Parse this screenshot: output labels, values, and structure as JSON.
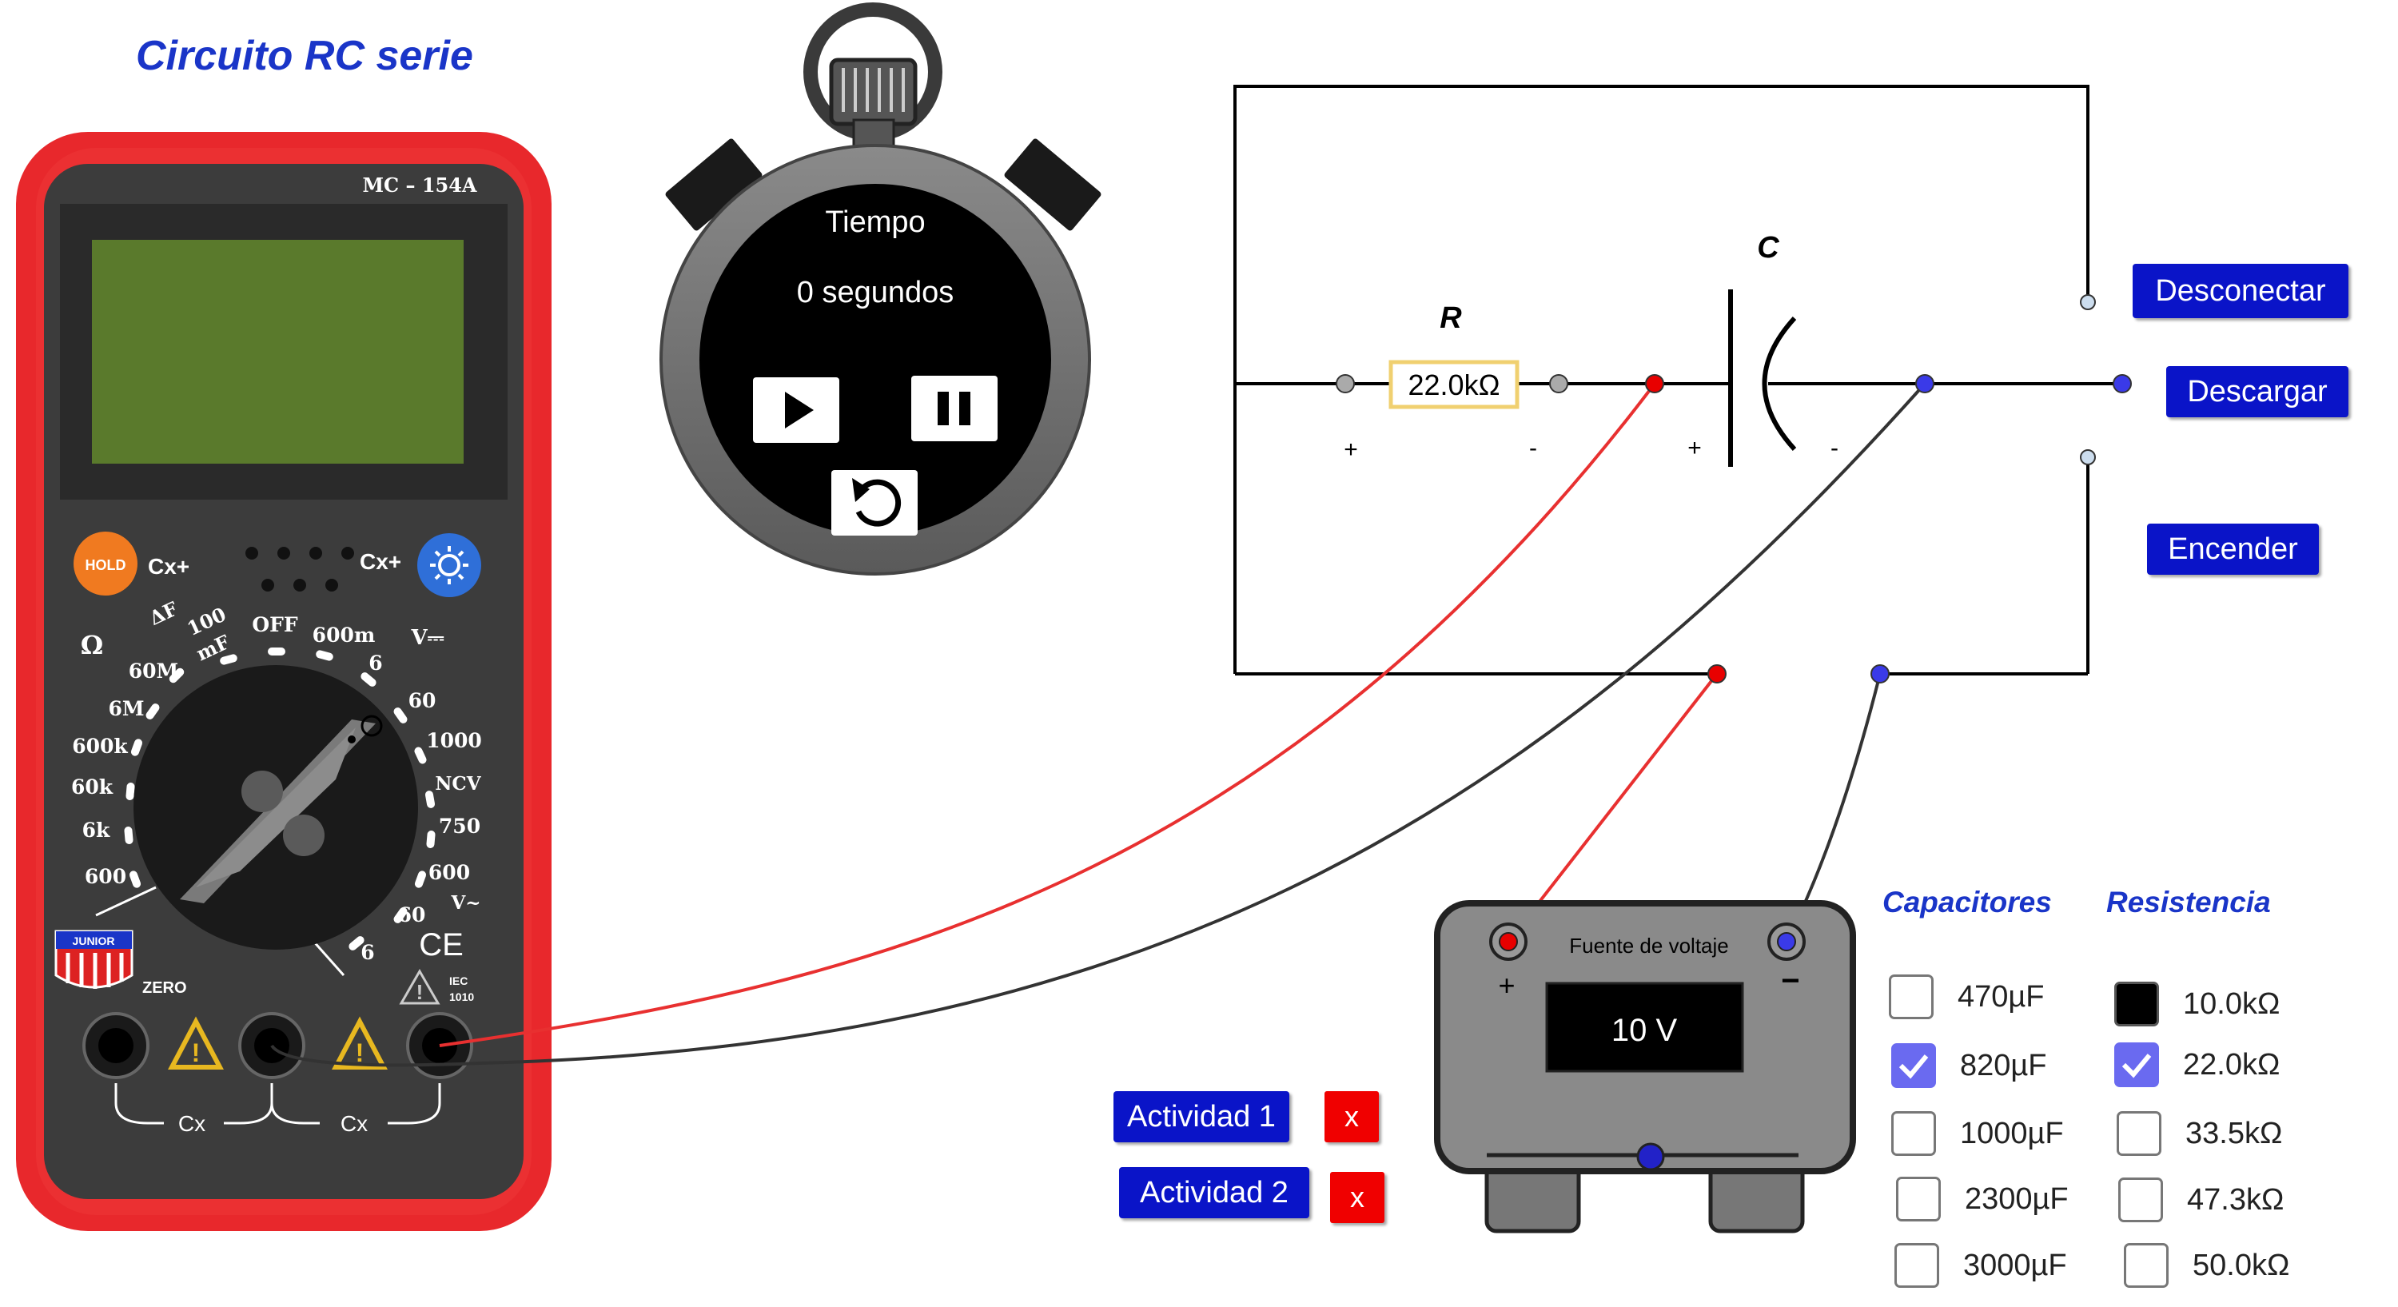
{
  "title": "Circuito RC serie",
  "multimeter": {
    "model": "MC – 154A",
    "hold_label": "HOLD",
    "cx_left": "Cx+",
    "cx_right": "Cx+",
    "dial_labels": {
      "ohm": "Ω",
      "m60M": "60M",
      "m6M": "6M",
      "k600": "600k",
      "k60": "60k",
      "k6": "6k",
      "r600": "600",
      "dF": "ΔF",
      "f100": "100",
      "mF": "mF",
      "off": "OFF",
      "m600": "600m",
      "vdc": "V⎓",
      "v6": "6",
      "v60": "60",
      "v1000": "1000",
      "ncv": "NCV",
      "a750": "750",
      "a600": "600",
      "vac": "V~",
      "b60": "60",
      "b6": "6"
    },
    "zero_label": "ZERO",
    "ce_label": "CE",
    "iec_label": "IEC",
    "iec_num": "1010",
    "junior_label": "JUNIOR",
    "cx_bottom_left": "Cx",
    "cx_bottom_right": "Cx",
    "colors": {
      "body": "#e8282c",
      "face": "#404040",
      "lcd": "#5a7a2c",
      "hold": "#f07a20",
      "light": "#2f6fd8"
    }
  },
  "stopwatch": {
    "label": "Tiempo",
    "value": "0 segundos",
    "icons": [
      "play-icon",
      "pause-icon",
      "reset-icon"
    ]
  },
  "circuit": {
    "r_label": "R",
    "c_label": "C",
    "resistor_value": "22.0kΩ",
    "plus": "+",
    "minus": "-",
    "buttons": {
      "disconnect": "Desconectar",
      "discharge": "Descargar",
      "on": "Encender"
    }
  },
  "power_supply": {
    "label": "Fuente de voltaje",
    "value": "10 V",
    "plus": "+",
    "minus": "−"
  },
  "activities": [
    {
      "label": "Actividad 1",
      "x": "x"
    },
    {
      "label": "Actividad 2",
      "x": "x"
    }
  ],
  "capacitors": {
    "header": "Capacitores",
    "items": [
      {
        "label": "470µF",
        "checked": false
      },
      {
        "label": "820µF",
        "checked": true
      },
      {
        "label": "1000µF",
        "checked": false
      },
      {
        "label": "2300µF",
        "checked": false
      },
      {
        "label": "3000µF",
        "checked": false
      }
    ]
  },
  "resistances": {
    "header": "Resistencia",
    "items": [
      {
        "label": "10.0kΩ",
        "checked": false,
        "filled": true
      },
      {
        "label": "22.0kΩ",
        "checked": true
      },
      {
        "label": "33.5kΩ",
        "checked": false
      },
      {
        "label": "47.3kΩ",
        "checked": false
      },
      {
        "label": "50.0kΩ",
        "checked": false
      }
    ]
  },
  "colors": {
    "accent": "#0a14c8",
    "wire_red": "#e83030",
    "wire_black": "#333333",
    "node_red": "#e80000",
    "node_blue": "#3a3ae8"
  }
}
